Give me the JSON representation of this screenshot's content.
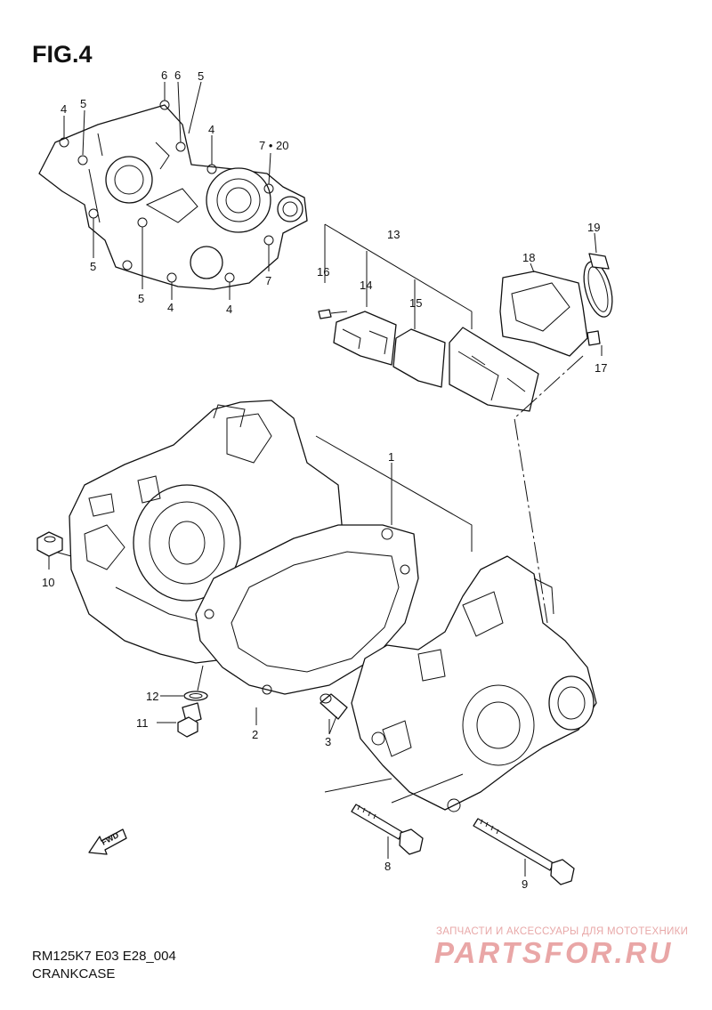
{
  "figure": {
    "title": "FIG.4",
    "model_code": "RM125K7 E03 E28_004",
    "section_name": "CRANKCASE"
  },
  "callouts": [
    "1",
    "2",
    "3",
    "4",
    "4",
    "4",
    "4",
    "5",
    "5",
    "5",
    "5",
    "6",
    "6",
    "7",
    "7 • 20",
    "8",
    "9",
    "10",
    "11",
    "12",
    "13",
    "14",
    "15",
    "16",
    "17",
    "18",
    "19"
  ],
  "fwd_label": "FWD",
  "watermark": {
    "caption": "ЗАПЧАСТИ И АКСЕССУАРЫ ДЛЯ МОТОТЕХНИКИ",
    "logo": "PARTSFOR.RU",
    "color": "#e9a6a6"
  },
  "colors": {
    "line": "#111111",
    "background": "#ffffff"
  }
}
